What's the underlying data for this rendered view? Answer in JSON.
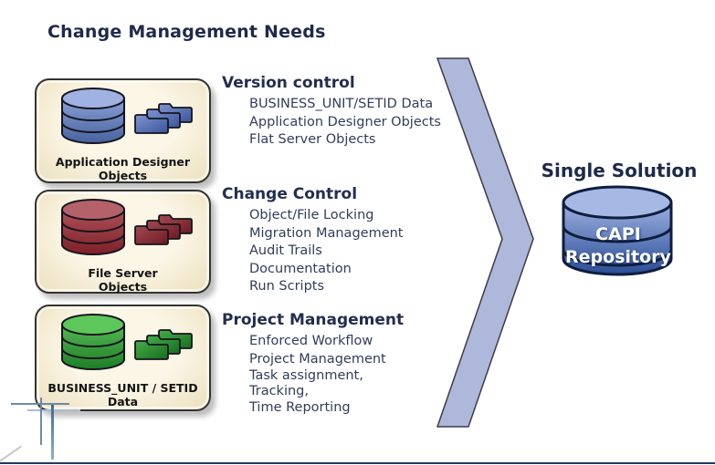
{
  "slide": {
    "title": "Change Management Needs"
  },
  "boxes": [
    {
      "label_line1": "Application Designer",
      "label_line2": "Objects",
      "color_family": "blue",
      "cylinder_color": "#5b79c4",
      "cylinder_top_color": "#9fb2e2"
    },
    {
      "label_line1": "File Server",
      "label_line2": "Objects",
      "color_family": "red",
      "cylinder_color": "#9c333b",
      "cylinder_top_color": "#b5616a"
    },
    {
      "label_line1": "BUSINESS_UNIT / SETID",
      "label_line2": "Data",
      "color_family": "green",
      "cylinder_color": "#2f9e38",
      "cylinder_top_color": "#5ec75b"
    }
  ],
  "sections": [
    {
      "heading": "Version control",
      "items": [
        "BUSINESS_UNIT/SETID Data",
        "Application Designer Objects",
        "Flat Server Objects"
      ]
    },
    {
      "heading": "Change Control",
      "items": [
        "Object/File Locking",
        "Migration Management",
        "Audit Trails",
        "Documentation",
        "Run Scripts"
      ]
    },
    {
      "heading": "Project Management",
      "items": [
        "Enforced Workflow",
        "Project Management",
        "Task assignment,",
        "Tracking,",
        "Time Reporting"
      ]
    }
  ],
  "solution": {
    "heading": "Single Solution",
    "repository_line1": "CAPI",
    "repository_line2": "Repository"
  },
  "colors": {
    "title_text": "#1e2a4c",
    "heading_text": "#232e4e",
    "body_text": "#323c5c",
    "box_background": "#f3ebd2",
    "box_border": "#33332f",
    "chevron_fill": "#aeb8da",
    "capi_cylinder_top": "#a6b8e4",
    "capi_cylinder_bottom": "#2b4d96",
    "repository_text": "#ffffff",
    "bottom_border": "#25355c",
    "corner_lines": "#6b8aa6"
  }
}
